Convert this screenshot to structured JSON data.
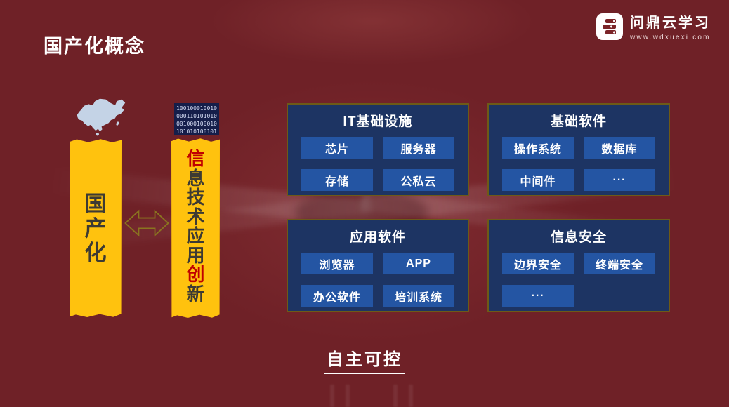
{
  "page": {
    "title": "国产化概念"
  },
  "logo": {
    "name": "问鼎云学习",
    "url": "www.wdxuexi.com"
  },
  "left": {
    "binary_rows": [
      "100100010010",
      "000110101010",
      "001000100010",
      "101010100101"
    ],
    "banner_domestic": "国产化",
    "banner_itai": {
      "chars": [
        {
          "c": "信",
          "red": true
        },
        {
          "c": "息",
          "red": false
        },
        {
          "c": "技",
          "red": false
        },
        {
          "c": "术",
          "red": false
        },
        {
          "c": "应",
          "red": false
        },
        {
          "c": "用",
          "red": false
        },
        {
          "c": "创",
          "red": true
        },
        {
          "c": "新",
          "red": false
        }
      ]
    }
  },
  "modules": [
    {
      "title": "IT基础设施",
      "items": [
        "芯片",
        "服务器",
        "存储",
        "公私云"
      ]
    },
    {
      "title": "基础软件",
      "items": [
        "操作系统",
        "数据库",
        "中间件",
        "···"
      ]
    },
    {
      "title": "应用软件",
      "items": [
        "浏览器",
        "APP",
        "办公软件",
        "培训系统"
      ]
    },
    {
      "title": "信息安全",
      "items": [
        "边界安全",
        "终端安全",
        "···"
      ]
    }
  ],
  "footer": {
    "text": "自主可控"
  },
  "colors": {
    "background": "#6f2127",
    "banner_yellow": "#ffc20e",
    "module_bg": "#1d3463",
    "module_border": "#6d5a17",
    "item_blue": "#2455a3",
    "accent_red": "#c00000",
    "arrow_outline": "#8a741f",
    "map_blue": "#c4d3e6",
    "binary_bg": "#151e4a"
  }
}
